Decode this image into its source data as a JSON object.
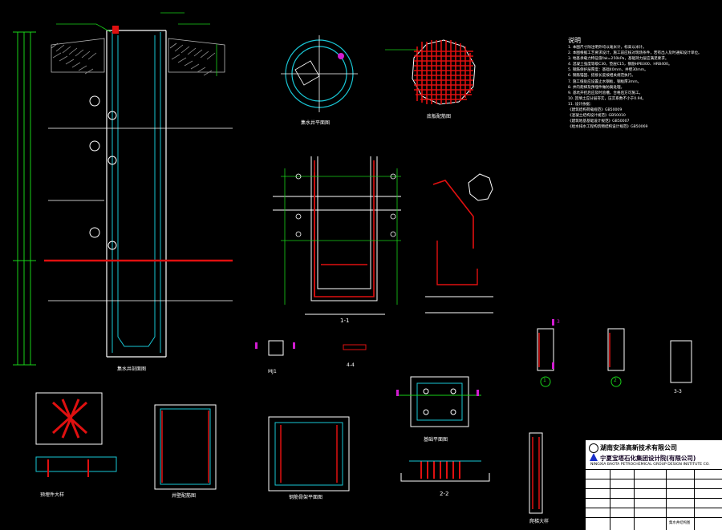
{
  "notes": {
    "heading": "说明",
    "lines": [
      "1. 本图尺寸除注明外均以毫米计，标高以米计。",
      "2. 本图根据工艺要求设计，施工前应核对现场条件，若有出入及时通知设计单位。",
      "3. 地基承载力特征值fak=250kPa，基础持力层应满足要求。",
      "4. 混凝土强度等级C30，垫层C15，钢筋HPB300、HRB400。",
      "5. 钢筋保护层厚度：基础40mm，井壁30mm。",
      "6. 钢筋锚固、搭接长度按相关规范执行。",
      "7. 施工缝处应设置止水钢板，钢板厚3mm。",
      "8. 井内爬梯及预埋件做防腐处理。",
      "9. 基坑开挖后应及时验槽，合格后方可施工。",
      "10. 回填土应分层夯实，压实系数不小于0.94。",
      "11. 设计依据：",
      "《建筑结构荷载规范》GB50009",
      "《混凝土结构设计规范》GB50010",
      "《建筑地基基础设计规范》GB50007",
      "《给水排水工程构筑物结构设计规范》GB50069"
    ]
  },
  "title_block": {
    "company1": "湖南安泽高新技术有限公司",
    "company2": "宁夏宝塔石化集团设计院(有限公司)",
    "company3": "NINGXIA BAOTA PETROCHEMICAL GROUP DESIGN INSTITUTE CO.",
    "drawing_name": "集水井结构图"
  },
  "labels": {
    "section_main": "集水井剖面图",
    "plan_top": "集水井平面图",
    "plan_base": "底板配筋图",
    "section_11": "1-1",
    "section_22": "2-2",
    "section_33": "3-3",
    "section_44": "4-4",
    "mj": "MJ1",
    "detail_bot": "井壁配筋图",
    "detail_mid": "钢筋骨架平面图",
    "detail_left": "预埋件大样",
    "detail_ladder": "爬梯大样",
    "detail_base": "基础平面图",
    "marker1": "1",
    "marker2": "2",
    "marker3": "3"
  }
}
